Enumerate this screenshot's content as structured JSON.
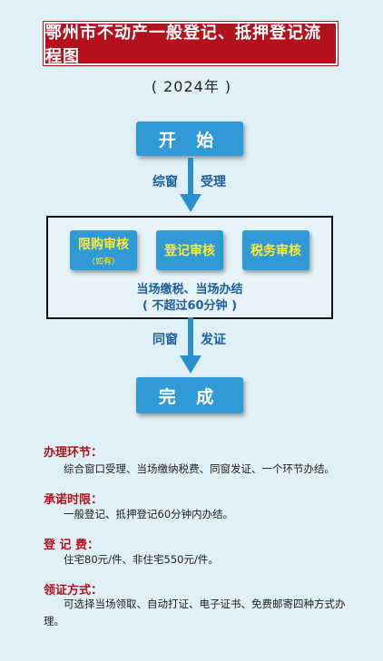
{
  "title": "鄂州市不动产一般登记、抵押登记流程图",
  "year": "( 2024年 )",
  "flow": {
    "start": "开 始",
    "step1_left": "综窗",
    "step1_right": "受理",
    "reviews": [
      {
        "label": "限购审核",
        "note": "(如有)"
      },
      {
        "label": "登记审核",
        "note": ""
      },
      {
        "label": "税务审核",
        "note": ""
      }
    ],
    "panel_line1": "当场缴税、当场办结",
    "panel_line2": "( 不超过60分钟 )",
    "step2_left": "同窗",
    "step2_right": "发证",
    "end": "完 成"
  },
  "sections": [
    {
      "heading": "办理环节：",
      "body": "综合窗口受理、当场缴纳税费、同窗发证、一个环节办结。"
    },
    {
      "heading": "承诺时限：",
      "body": "一般登记、抵押登记60分钟内办结。"
    },
    {
      "heading": "登 记 费：",
      "body": "住宅80元/件、非住宅550元/件。"
    },
    {
      "heading": "领证方式：",
      "body": "可选择当场领取、自动打证、电子证书、免费邮寄四种方式办理。"
    }
  ],
  "colors": {
    "banner": "#b3121c",
    "box": "#2f9ad6",
    "arrow": "#2a8fcc",
    "review_text": "#ffe930",
    "background": "#dff0f6"
  }
}
